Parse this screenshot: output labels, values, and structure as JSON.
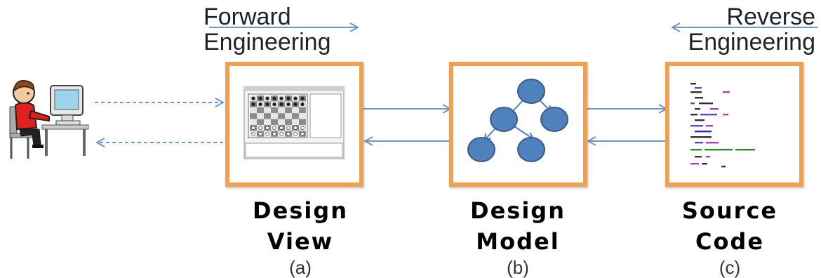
{
  "forward_engineering": {
    "line1": "Forward",
    "line2": "Engineering"
  },
  "reverse_engineering": {
    "line1": "Reverse",
    "line2": "Engineering"
  },
  "design_view": {
    "line1": "Design",
    "line2": "View",
    "tag": "(a)"
  },
  "design_model": {
    "line1": "Design",
    "line2": "Model",
    "tag": "(b)"
  },
  "source_code": {
    "line1": "Source",
    "line2": "Code",
    "tag": "(c)"
  },
  "colors": {
    "box_border": "#f0a050",
    "arrow": "#6d95c7",
    "node_fill": "#4f81bd",
    "node_stroke": "#385d8a"
  },
  "icons": [
    "user-at-computer-icon",
    "chess-board-screenshot",
    "source-code-thumbnail"
  ]
}
